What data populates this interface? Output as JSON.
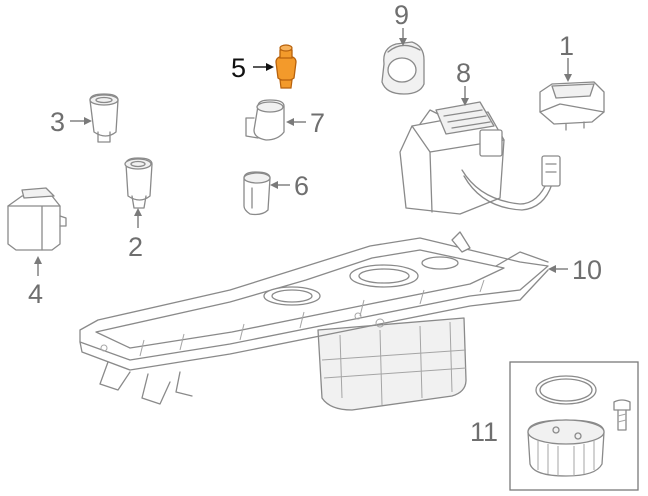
{
  "callouts": {
    "c1": "1",
    "c2": "2",
    "c3": "3",
    "c4": "4",
    "c5": "5",
    "c6": "6",
    "c7": "7",
    "c8": "8",
    "c9": "9",
    "c10": "10",
    "c11": "11"
  },
  "colors": {
    "highlight_fill": "#f39a2b",
    "highlight_stroke": "#b8620c",
    "line": "#8a8a8a",
    "label": "#6f6f6f"
  }
}
